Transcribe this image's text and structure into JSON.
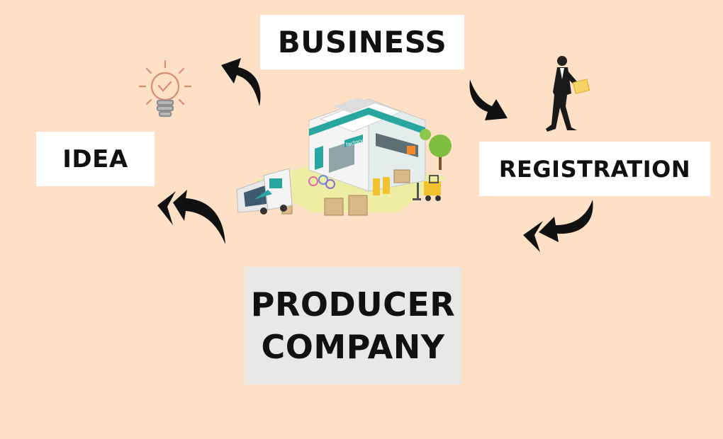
{
  "nodes": {
    "business": "BUSINESS",
    "idea": "IDEA",
    "registration": "REGISTRATION",
    "producer_line1": "PRODUCER",
    "producer_line2": "COMPANY"
  },
  "factory_sign": "factory",
  "colors": {
    "background": "#fde0c5",
    "box": "#ffffff",
    "producer_box": "#e8e8e6",
    "text": "#111111",
    "arrow": "#111111",
    "factory_teal": "#2aa6a1",
    "bulb": "#d98a72"
  },
  "icons": [
    "lightbulb-check-icon",
    "factory-icon",
    "businessman-icon",
    "curved-arrow-icon"
  ]
}
